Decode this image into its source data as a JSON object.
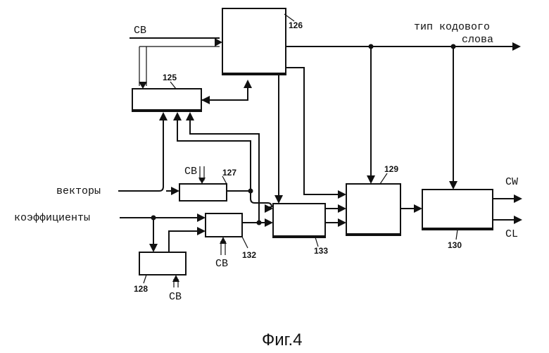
{
  "figure": {
    "caption": "Фиг.4",
    "blocks": [
      {
        "id": "126",
        "label": "126"
      },
      {
        "id": "125",
        "label": "125"
      },
      {
        "id": "127",
        "label": "127"
      },
      {
        "id": "128",
        "label": "128"
      },
      {
        "id": "132",
        "label": "132"
      },
      {
        "id": "133",
        "label": "133"
      },
      {
        "id": "129",
        "label": "129"
      },
      {
        "id": "130",
        "label": "130"
      }
    ],
    "signals": {
      "cb_top": "CB",
      "cb_127": "CB",
      "cb_132": "CB",
      "cb_128": "CB",
      "codeword_type_line1": "тип кодового",
      "codeword_type_line2": "слова",
      "vectors": "векторы",
      "coefficients": "коэффициенты",
      "out_cw": "CW",
      "out_cl": "CL"
    }
  }
}
